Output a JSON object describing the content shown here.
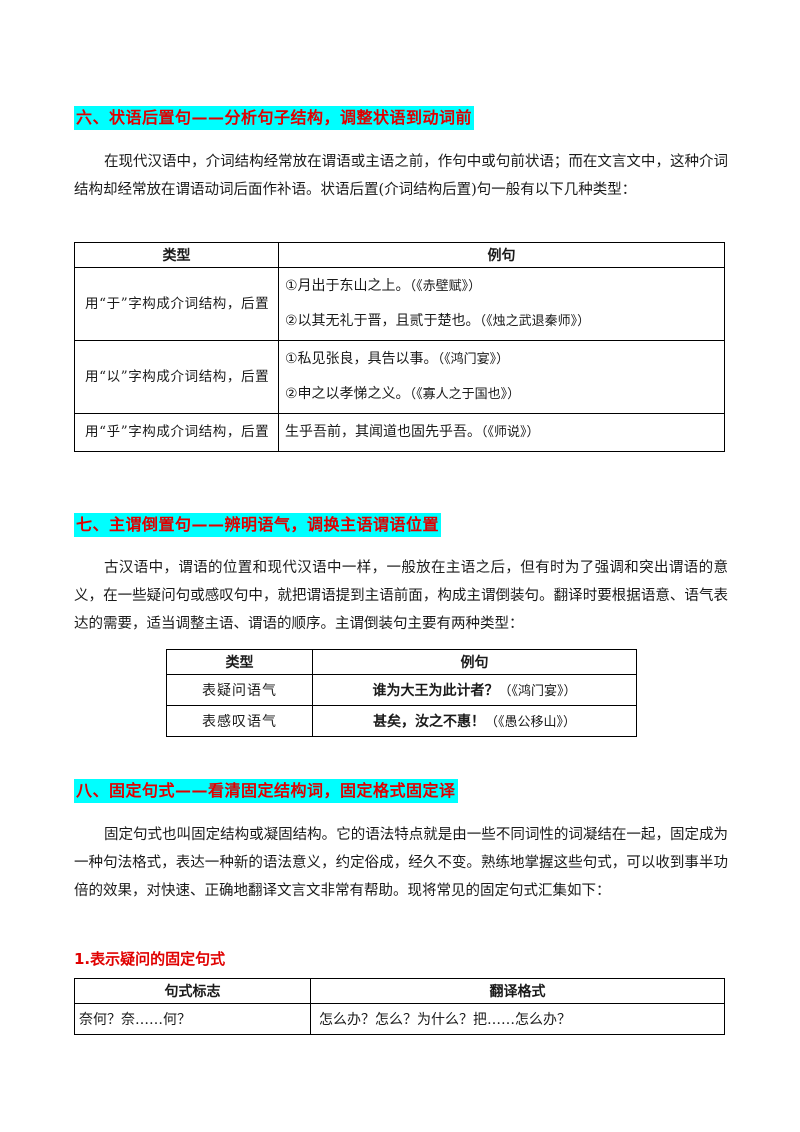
{
  "sec6": {
    "heading": "六、状语后置句——分析句子结构，调整状语到动词前",
    "para": "在现代汉语中，介词结构经常放在谓语或主语之前，作句中或句前状语；而在文言文中，这种介词结构却经常放在谓语动词后面作补语。状语后置(介词结构后置)句一般有以下几种类型：",
    "table": {
      "headers": [
        "类型",
        "例句"
      ],
      "rows": [
        {
          "type": "用“于”字构成介词结构，后置",
          "examples": [
            {
              "sentence": "①月出于东山之上。",
              "source": "（《赤壁赋》）"
            },
            {
              "sentence": "②以其无礼于晋，且贰于楚也。",
              "source": "（《烛之武退秦师》）"
            }
          ]
        },
        {
          "type": "用“以”字构成介词结构，后置",
          "examples": [
            {
              "sentence": "①私见张良，具告以事。",
              "source": "（《鸿门宴》）"
            },
            {
              "sentence": "②申之以孝悌之义。",
              "source": "（《寡人之于国也》）"
            }
          ]
        },
        {
          "type": "用“乎”字构成介词结构，后置",
          "examples": [
            {
              "sentence": "生乎吾前，其闻道也固先乎吾。",
              "source": "（《师说》）"
            }
          ]
        }
      ]
    }
  },
  "sec7": {
    "heading": "七、主谓倒置句——辨明语气，调换主语谓语位置",
    "para": "古汉语中，谓语的位置和现代汉语中一样，一般放在主语之后，但有时为了强调和突出谓语的意义，在一些疑问句或感叹句中，就把谓语提到主语前面，构成主谓倒装句。翻译时要根据语意、语气表达的需要，适当调整主语、谓语的顺序。主谓倒装句主要有两种类型：",
    "table": {
      "headers": [
        "类型",
        "例句"
      ],
      "rows": [
        {
          "type": "表疑问语气",
          "sentence": "谁为大王为此计者？",
          "source": "（《鸿门宴》）"
        },
        {
          "type": "表感叹语气",
          "sentence": "甚矣，汝之不惠！",
          "source": "（《愚公移山》）"
        }
      ]
    }
  },
  "sec8": {
    "heading": "八、固定句式——看清固定结构词，固定格式固定译",
    "para": "固定句式也叫固定结构或凝固结构。它的语法特点就是由一些不同词性的词凝结在一起，固定成为一种句法格式，表达一种新的语法意义，约定俗成，经久不变。熟练地掌握这些句式，可以收到事半功倍的效果，对快速、正确地翻译文言文非常有帮助。现将常见的固定句式汇集如下：",
    "sub": "1.表示疑问的固定句式",
    "table": {
      "headers": [
        "句式标志",
        "翻译格式"
      ],
      "rows": [
        {
          "marker": "奈何？奈……何？",
          "translation": "怎么办？怎么？为什么？把……怎么办？"
        }
      ]
    }
  }
}
